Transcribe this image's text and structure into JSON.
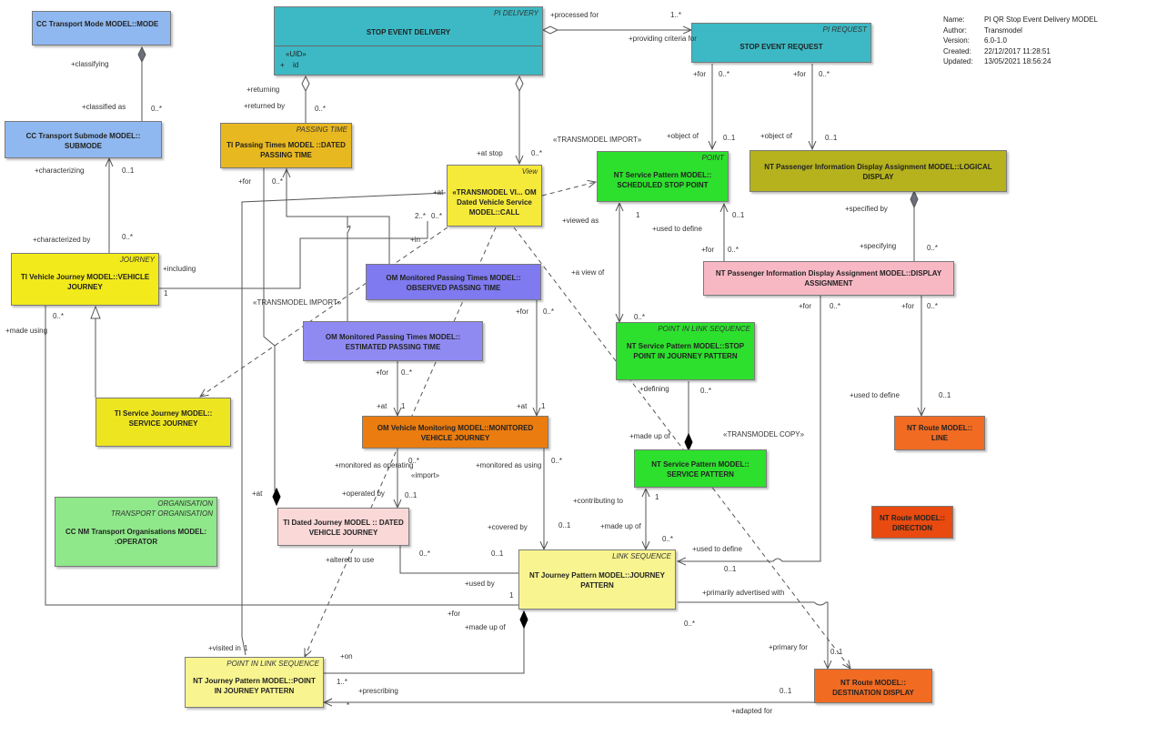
{
  "meta": [
    {
      "key": "Name:",
      "value": "PI QR Stop Event Delivery MODEL"
    },
    {
      "key": "Author:",
      "value": "Transmodel"
    },
    {
      "key": "Version:",
      "value": "6.0-1.0"
    },
    {
      "key": "Created:",
      "value": "22/12/2017 11:28:51"
    },
    {
      "key": "Updated:",
      "value": "13/05/2021 18:56:24"
    }
  ],
  "boxes": {
    "transport_mode": {
      "title": "CC Transport Mode MODEL::MODE"
    },
    "stop_event_delivery": {
      "stereotype": "PI DELIVERY",
      "title": "STOP EVENT DELIVERY",
      "uid": "«UID»",
      "attr_prefix": "+",
      "attr": "id"
    },
    "stop_event_request": {
      "stereotype": "PI REQUEST",
      "title": "STOP EVENT REQUEST"
    },
    "transport_submode": {
      "title": "CC Transport Submode MODEL:: SUBMODE"
    },
    "passing_time": {
      "stereotype": "PASSING TIME",
      "title": "TI Passing Times MODEL ::DATED PASSING TIME"
    },
    "dated_call": {
      "stereotype": "View",
      "title": "«TRANSMODEL VI... OM Dated Vehicle Service MODEL::CALL"
    },
    "scheduled_stop_point": {
      "stereotype": "POINT",
      "title": "NT Service Pattern MODEL:: SCHEDULED STOP POINT"
    },
    "logical_display": {
      "title": "NT Passenger Information Display Assignment MODEL::LOGICAL DISPLAY"
    },
    "vehicle_journey": {
      "stereotype": "JOURNEY",
      "title": "TI Vehicle Journey MODEL::VEHICLE JOURNEY"
    },
    "observed_passing_time": {
      "title": "OM Monitored Passing Times MODEL:: OBSERVED PASSING TIME"
    },
    "display_assignment": {
      "title": "NT Passenger Information Display Assignment MODEL::DISPLAY ASSIGNMENT"
    },
    "estimated_passing_time": {
      "title": "OM Monitored Passing Times MODEL:: ESTIMATED PASSING TIME"
    },
    "stop_point_in_jp": {
      "stereotype": "POINT IN LINK SEQUENCE",
      "title": "NT Service Pattern MODEL::STOP POINT IN JOURNEY PATTERN"
    },
    "service_journey": {
      "title": "TI Service Journey MODEL:: SERVICE JOURNEY"
    },
    "monitored_vehicle_journey": {
      "title": "OM Vehicle Monitoring MODEL::MONITORED VEHICLE JOURNEY"
    },
    "line": {
      "title": "NT Route MODEL:: LINE"
    },
    "service_pattern": {
      "title": "NT Service Pattern MODEL:: SERVICE PATTERN"
    },
    "operator": {
      "stereotype": "ORGANISATION",
      "stereotype2": "TRANSPORT ORGANISATION",
      "title": "CC NM Transport Organisations MODEL: :OPERATOR"
    },
    "dated_vehicle_journey": {
      "title": "TI Dated Journey MODEL :: DATED VEHICLE JOURNEY"
    },
    "direction": {
      "title": "NT Route MODEL:: DIRECTION"
    },
    "journey_pattern": {
      "stereotype": "LINK SEQUENCE",
      "title": "NT Journey Pattern MODEL::JOURNEY PATTERN"
    },
    "point_in_jp": {
      "stereotype": "POINT IN LINK SEQUENCE",
      "title": "NT Journey Pattern MODEL::POINT IN JOURNEY PATTERN"
    },
    "destination_display": {
      "title": "NT Route MODEL:: DESTINATION DISPLAY"
    }
  },
  "labels": [
    "+classifying",
    "+classified as",
    "0..*",
    "+characterizing",
    "0..1",
    "+characterized by",
    "0..*",
    "+returning",
    "+returned by",
    "0..*",
    "+for",
    "0..*",
    "+processed for",
    "1..*",
    "+providing criteria for",
    "+for",
    "0..*",
    "+for",
    "0..*",
    "+at stop",
    "0..*",
    "«TRANSMODEL IMPORT»",
    "+object of",
    "0..1",
    "+object of",
    "0..1",
    "+at",
    "2..*",
    "0..*",
    "+in",
    "+viewed as",
    "1",
    "+used to define",
    "0..1",
    "+specified by",
    "+including",
    "1",
    "+for",
    "0..*",
    "+specifying",
    "0..*",
    "«TRANSMODEL IMPORT»",
    "+a view of",
    "+for",
    "0..*",
    "+made using",
    "0..*",
    "+for",
    "0..*",
    "+for",
    "0..*",
    "+for",
    "0..*",
    "0..*",
    "+defining",
    "0..*",
    "+used to define",
    "0..1",
    "+at",
    "1",
    "+at",
    "1",
    "«TRANSMODEL COPY»",
    "+made up of",
    "+monitored as operating",
    "0..*",
    "«import»",
    "+monitored as using",
    "0..*",
    "+operated by",
    "0..1",
    "+at",
    "+contributing to",
    "1",
    "+covered by",
    "0..1",
    "+made up of",
    "0..*",
    "+used to define",
    "0..1",
    "0..*",
    "+altered to use",
    "0..1",
    "+used by",
    "1",
    "+primarily advertised with",
    "+for",
    "+made up of",
    "0..*",
    "+visited in",
    "1",
    "+on",
    "+primary for",
    "0..1",
    "1..*",
    "+prescribing",
    "0..1",
    "*",
    "+adapted for"
  ]
}
